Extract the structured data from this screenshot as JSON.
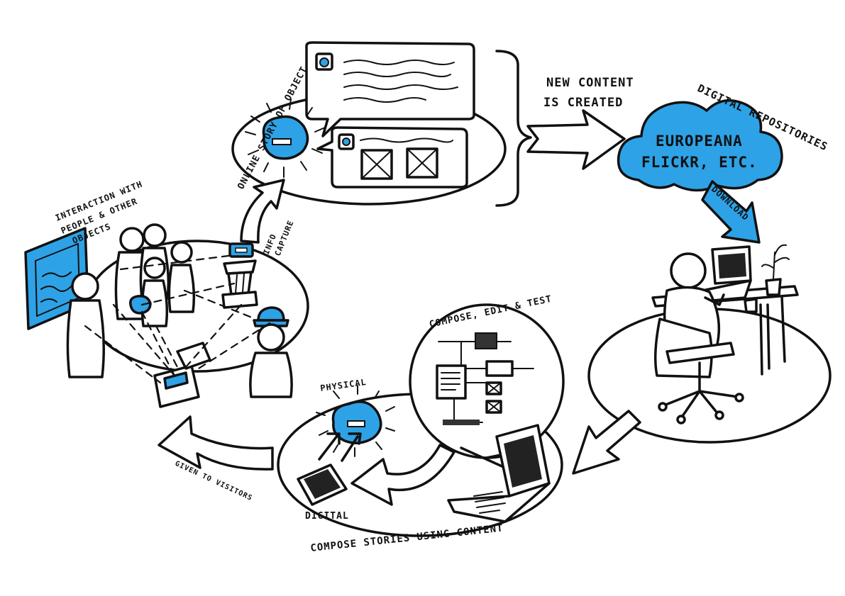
{
  "labels": {
    "online_story": "ONLINE STORY OF OBJECT",
    "new_content_line1": "NEW CONTENT",
    "new_content_line2": "IS CREATED",
    "digital_repositories": "DIGITAL REPOSITORIES",
    "cloud_line1": "EUROPEANA",
    "cloud_line2": "FLICKR, ETC.",
    "download": "DOWNLOAD",
    "interaction_line1": "INTERACTION WITH",
    "interaction_line2": "PEOPLE & OTHER",
    "interaction_line3": "OBJECTS",
    "info_line1": "INFO",
    "info_line2": "CAPTURE",
    "compose_edit_test": "COMPOSE, EDIT & TEST",
    "physical": "PHYSICAL",
    "digital": "DIGITAL",
    "given_to_visitors": "GIVEN TO VISITORS",
    "compose_stories": "COMPOSE STORIES USING CONTENT"
  },
  "colors": {
    "accent": "#2ea2e6",
    "ink": "#111111",
    "background": "#ffffff"
  }
}
